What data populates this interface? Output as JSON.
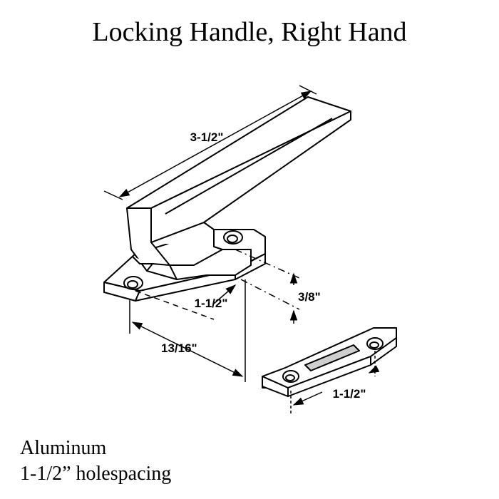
{
  "title": "Locking Handle, Right Hand",
  "dimensions": {
    "handle_length": "3-1/2\"",
    "hole_spacing_handle": "1-1/2\"",
    "height": "3/8\"",
    "offset": "13/16\"",
    "hole_spacing_keeper": "1-1/2\""
  },
  "captions": {
    "material": "Aluminum",
    "spacing": "1-1/2” holespacing"
  }
}
